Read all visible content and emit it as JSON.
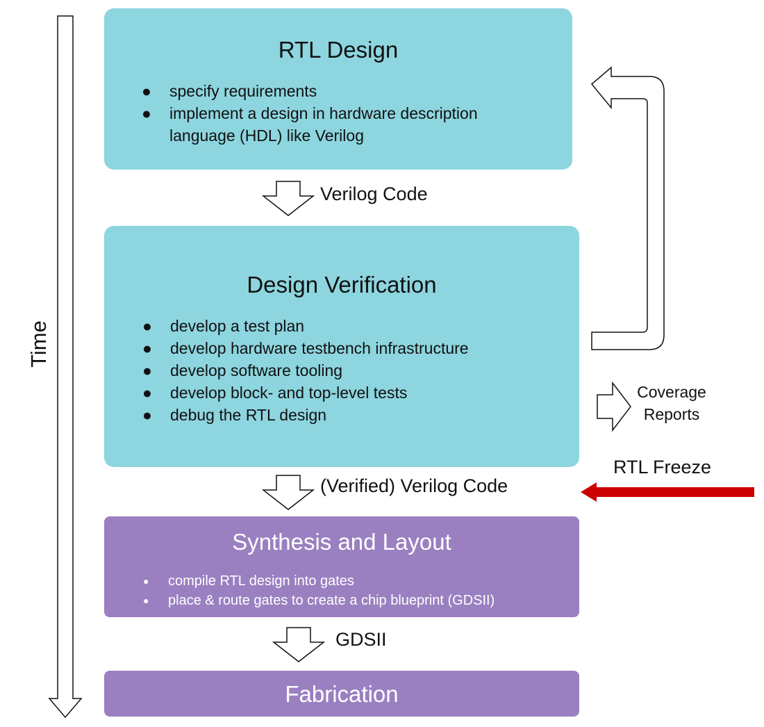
{
  "time_axis": {
    "label": "Time"
  },
  "stages": {
    "rtl_design": {
      "title": "RTL Design",
      "bullets": [
        "specify requirements",
        "implement a design in hardware description",
        "language (HDL) like Verilog"
      ]
    },
    "design_verification": {
      "title": "Design Verification",
      "bullets": [
        "develop a test plan",
        "develop hardware testbench infrastructure",
        "develop software tooling",
        "develop block- and top-level tests",
        "debug the RTL design"
      ]
    },
    "synthesis_layout": {
      "title": "Synthesis and Layout",
      "bullets": [
        "compile RTL design into gates",
        "place & route gates to create a chip blueprint (GDSII)"
      ]
    },
    "fabrication": {
      "title": "Fabrication"
    }
  },
  "transitions": {
    "verilog_code": "Verilog Code",
    "verified_verilog_code": "(Verified) Verilog Code",
    "gdsii": "GDSII"
  },
  "feedback": {
    "coverage_reports_line1": "Coverage",
    "coverage_reports_line2": "Reports"
  },
  "milestone": {
    "rtl_freeze": "RTL Freeze"
  },
  "bullet_glyph": "●",
  "colors": {
    "teal_box": "#8dd5df",
    "purple_box": "#9a80c0",
    "freeze_arrow": "#cc0000",
    "arrow_outline": "#111111"
  }
}
